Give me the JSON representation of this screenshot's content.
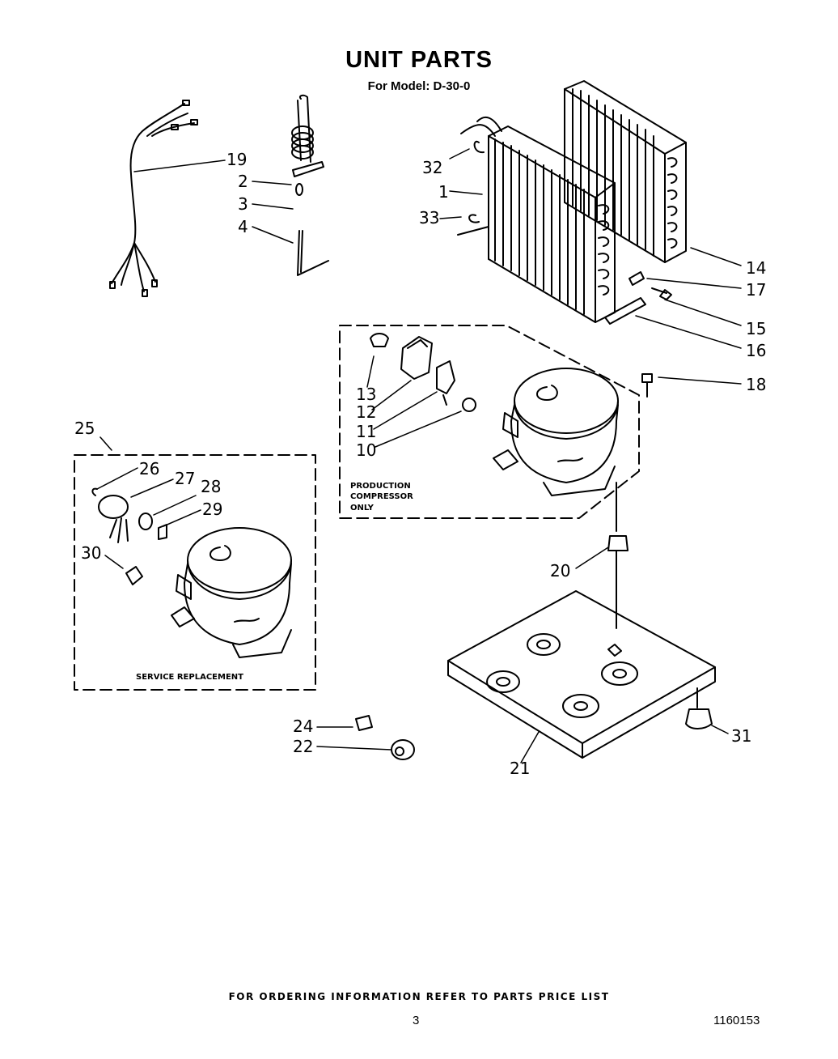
{
  "title": "UNIT PARTS",
  "model_line": "For Model: D-30-0",
  "callouts": {
    "c1": "1",
    "c2": "2",
    "c3": "3",
    "c4": "4",
    "c10": "10",
    "c11": "11",
    "c12": "12",
    "c13": "13",
    "c14": "14",
    "c15": "15",
    "c16": "16",
    "c17": "17",
    "c18": "18",
    "c19": "19",
    "c20": "20",
    "c21": "21",
    "c22": "22",
    "c24": "24",
    "c25": "25",
    "c26": "26",
    "c27": "27",
    "c28": "28",
    "c29": "29",
    "c30": "30",
    "c31": "31",
    "c32": "32",
    "c33": "33"
  },
  "production_box": {
    "line1": "PRODUCTION",
    "line2": "COMPRESSOR",
    "line3": "ONLY"
  },
  "service_box": {
    "label": "SERVICE REPLACEMENT"
  },
  "footer": "FOR ORDERING INFORMATION REFER TO PARTS PRICE LIST",
  "page_number": "3",
  "document_number": "1160153"
}
